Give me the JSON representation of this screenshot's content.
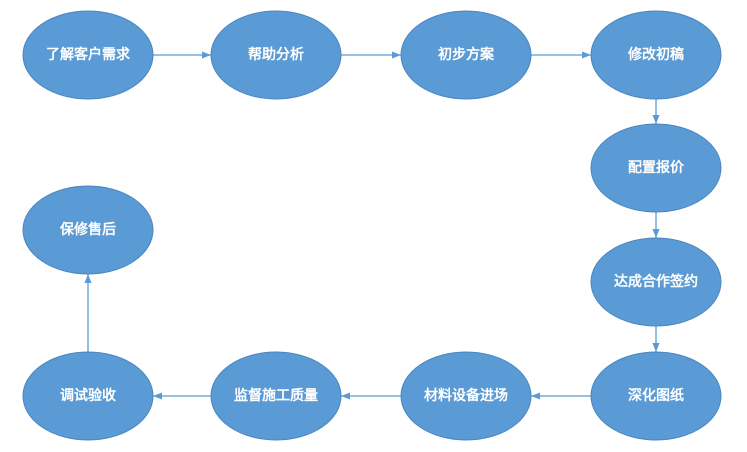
{
  "diagram": {
    "type": "flowchart",
    "colors": {
      "node_fill": "#5B9BD5",
      "node_stroke": "#4A86C0",
      "arrow": "#5B9BD5",
      "text": "#FFFFFF",
      "background": "#FFFFFF"
    },
    "nodes": [
      {
        "id": "n1",
        "label": "了解客户需求"
      },
      {
        "id": "n2",
        "label": "帮助分析"
      },
      {
        "id": "n3",
        "label": "初步方案"
      },
      {
        "id": "n4",
        "label": "修改初稿"
      },
      {
        "id": "n5",
        "label": "配置报价"
      },
      {
        "id": "n6",
        "label": "达成合作签约"
      },
      {
        "id": "n7",
        "label": "深化图纸"
      },
      {
        "id": "n8",
        "label": "材料设备进场"
      },
      {
        "id": "n9",
        "label": "监督施工质量"
      },
      {
        "id": "n10",
        "label": "调试验收"
      },
      {
        "id": "n11",
        "label": "保修售后"
      }
    ],
    "edges": [
      {
        "from": "n1",
        "to": "n2"
      },
      {
        "from": "n2",
        "to": "n3"
      },
      {
        "from": "n3",
        "to": "n4"
      },
      {
        "from": "n4",
        "to": "n5"
      },
      {
        "from": "n5",
        "to": "n6"
      },
      {
        "from": "n6",
        "to": "n7"
      },
      {
        "from": "n7",
        "to": "n8"
      },
      {
        "from": "n8",
        "to": "n9"
      },
      {
        "from": "n9",
        "to": "n10"
      },
      {
        "from": "n10",
        "to": "n11"
      }
    ]
  }
}
